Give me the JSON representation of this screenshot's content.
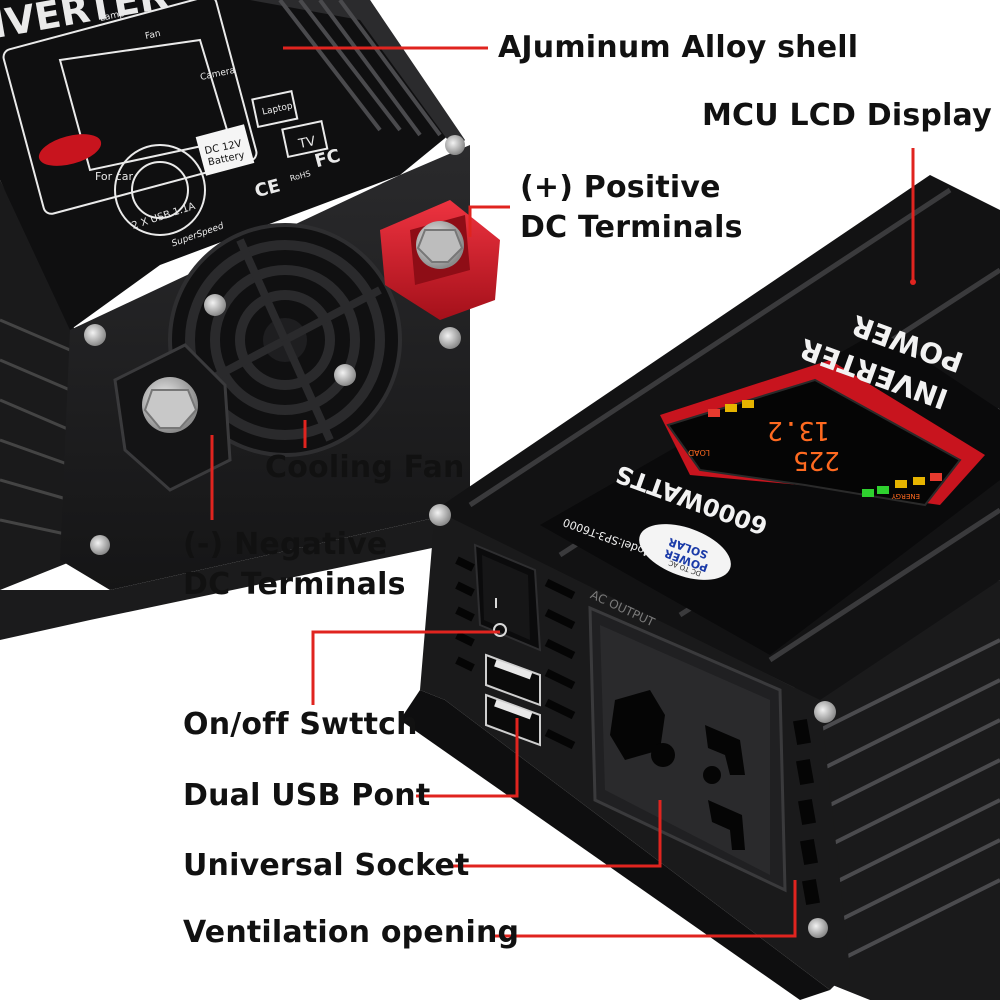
{
  "labels": {
    "shell": "AJuminum Alloy shell",
    "lcd": "MCU LCD Display",
    "positive_l1": "(+) Positive",
    "positive_l2": "DC Terminals",
    "fan": "Cooling Fan",
    "negative_l1": "(-) Negative",
    "negative_l2": "DC Terminals",
    "switch": "On/off Swttch",
    "usb": "Dual USB Pont",
    "socket": "Universal Socket",
    "vent": "Ventilation opening"
  },
  "product_text": {
    "title_l1": "POWER",
    "title_l2": "INVERTER",
    "rating": "6000WATTS",
    "model": "Model:SP3-T6000",
    "brand_l1": "SOLAR",
    "brand_l2": "POWER",
    "brand_sub": "DC TO AC",
    "ac_output": "AC OUTPUT",
    "lcd_digits_top": "13.2",
    "lcd_digits_bottom": "225",
    "lcd_tag_load": "LOAD",
    "lcd_tag_energy": "ENERGY",
    "back_load": "Lamp",
    "back_fan": "Fan",
    "back_camera": "Camera",
    "back_laptop": "Laptop",
    "back_tv": "TV",
    "back_battery_l1": "DC 12V",
    "back_battery_l2": "Battery",
    "back_forcar": "For car",
    "back_usb": "2 X USB 1.1A",
    "back_ce": "CE",
    "back_fc": "FC",
    "back_rohs": "RoHS",
    "back_brand": "SuperSpeed"
  },
  "colors": {
    "leader": "#e0241f",
    "label_text": "#111111",
    "body_dark": "#1d1d1f",
    "panel_red": "#c8141e",
    "terminal_red": "#d81e2a"
  }
}
